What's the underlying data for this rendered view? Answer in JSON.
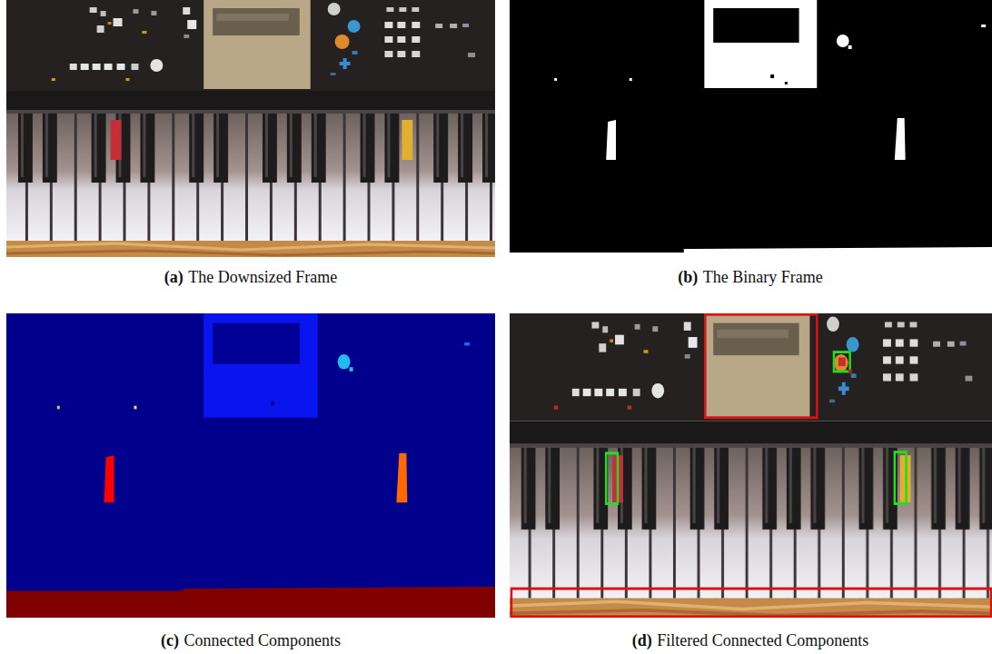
{
  "diagram": {
    "labels": [
      "(a)",
      "The Downsized Frame",
      "(b)",
      "The Binary Frame",
      "(c)",
      "Connected Components",
      "(d)",
      "Filtered Connected Components"
    ]
  }
}
